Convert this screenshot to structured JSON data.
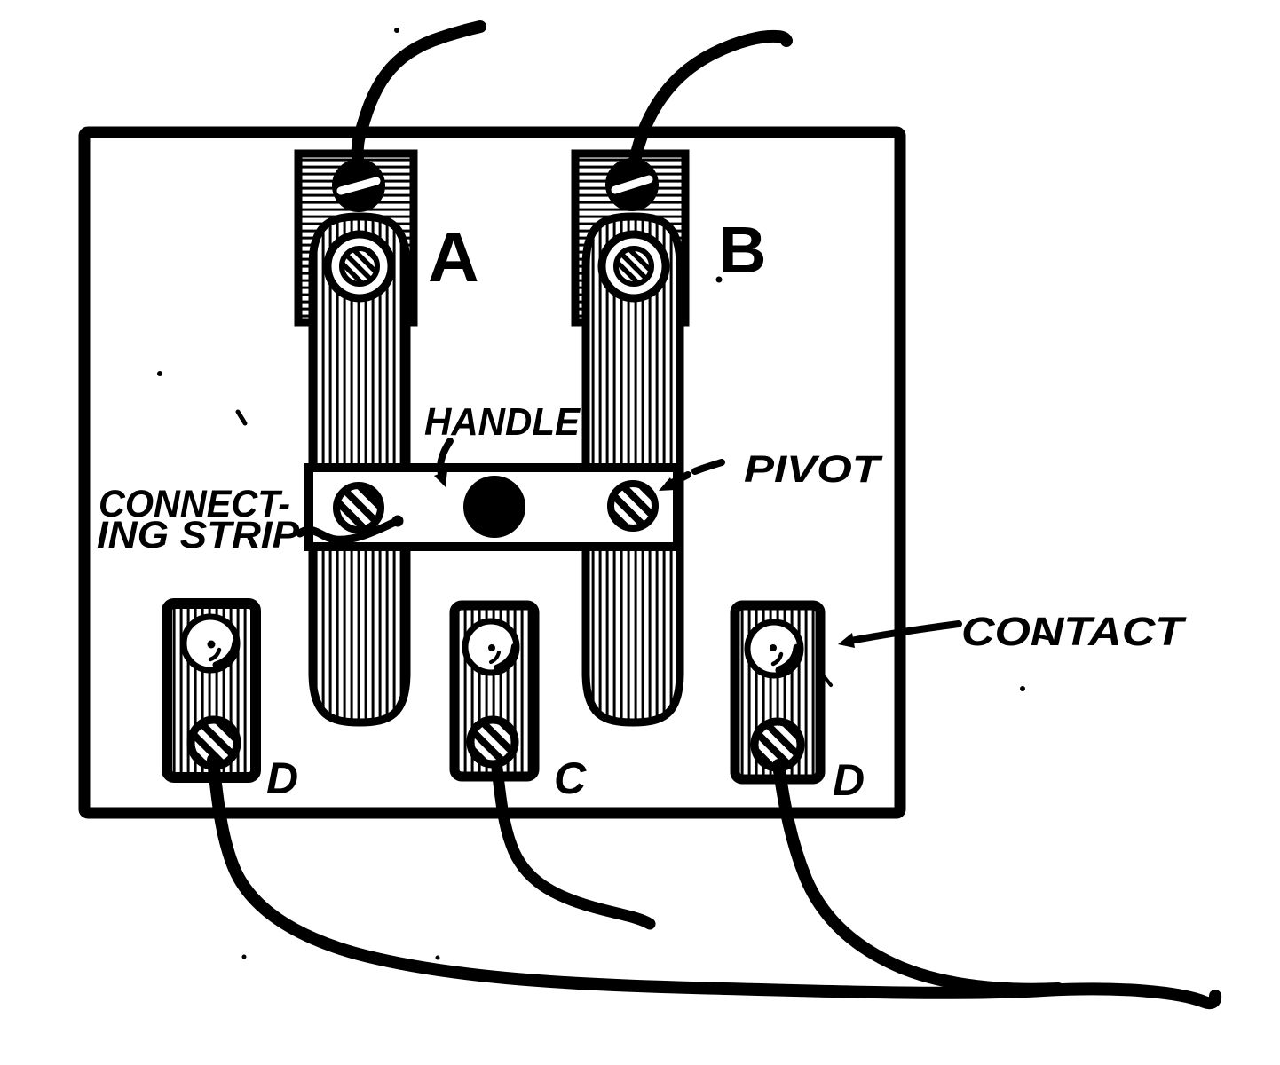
{
  "figure": {
    "labels": {
      "blade_a": "A",
      "blade_b": "B",
      "handle": "HANDLE",
      "pivot": "PIVOT",
      "connecting_strip_line1": "CONNECT-",
      "connecting_strip_line2": "ING STRIP",
      "contact": "CONTACT",
      "contact_d_left": "D",
      "contact_c": "C",
      "contact_d_right": "D"
    },
    "colors": {
      "ink": "#000000",
      "paper": "#ffffff"
    }
  }
}
